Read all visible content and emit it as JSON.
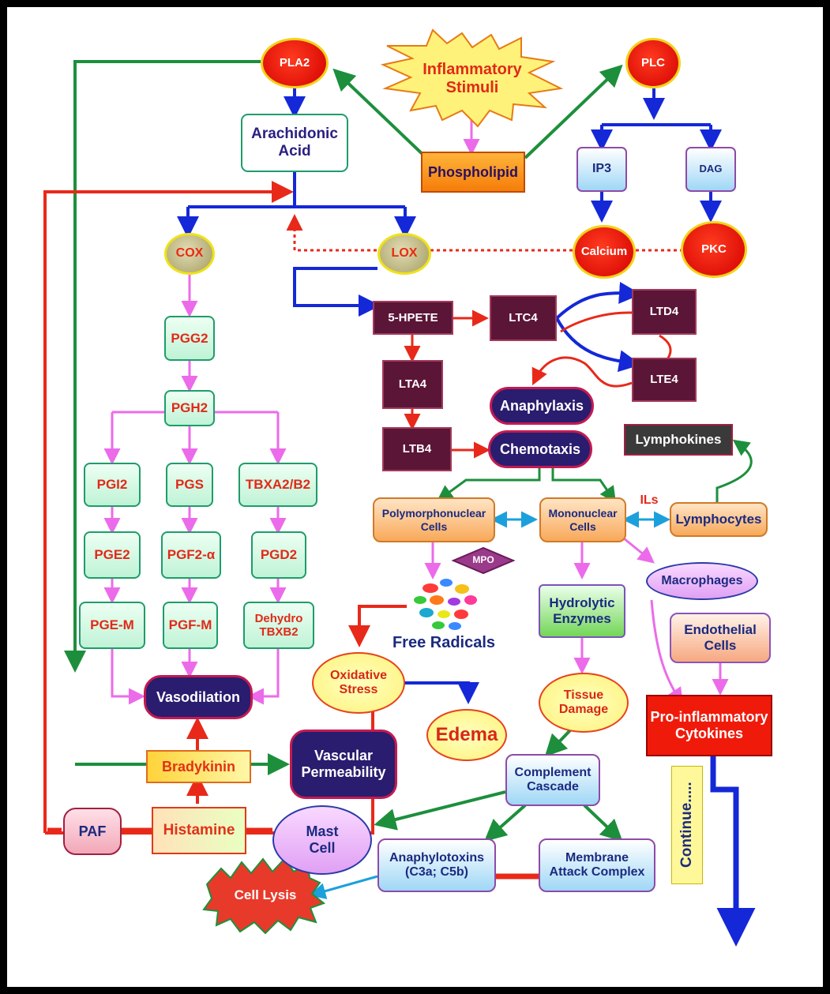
{
  "nodes": {
    "pla2": "PLA2",
    "inflammatory_stimuli": "Inflammatory\nStimuli",
    "plc": "PLC",
    "arachidonic_acid": "Arachidonic\nAcid",
    "phospholipid": "Phospholipid",
    "ip3": "IP3",
    "dag": "DAG",
    "cox": "COX",
    "lox": "LOX",
    "calcium": "Calcium",
    "pkc": "PKC",
    "hpete": "5-HPETE",
    "ltc4": "LTC4",
    "ltd4": "LTD4",
    "lte4": "LTE4",
    "lta4": "LTA4",
    "ltb4": "LTB4",
    "anaphylaxis": "Anaphylaxis",
    "chemotaxis": "Chemotaxis",
    "lymphokines": "Lymphokines",
    "pgg2": "PGG2",
    "pgh2": "PGH2",
    "pgi2": "PGI2",
    "pgs": "PGS",
    "tbxa2": "TBXA2/B2",
    "pge2": "PGE2",
    "pgf2a": "PGF2-α",
    "pgd2": "PGD2",
    "pgem": "PGE-M",
    "pgfm": "PGF-M",
    "dehydro": "Dehydro\nTBXB2",
    "polymorphonuclear": "Polymorphonuclear\nCells",
    "mononuclear": "Mononuclear\nCells",
    "ils": "ILs",
    "lymphocytes": "Lymphocytes",
    "mpo": "MPO",
    "free_radicals": "Free Radicals",
    "hydrolytic_enzymes": "Hydrolytic\nEnzymes",
    "macrophages": "Macrophages",
    "endothelial_cells": "Endothelial\nCells",
    "oxidative_stress": "Oxidative\nStress",
    "edema": "Edema",
    "tissue_damage": "Tissue\nDamage",
    "pro_inflammatory": "Pro-inflammatory\nCytokines",
    "vasodilation": "Vasodilation",
    "bradykinin": "Bradykinin",
    "vascular_permeability": "Vascular\nPermeability",
    "complement_cascade": "Complement\nCascade",
    "continue": "Continue.....",
    "paf": "PAF",
    "histamine": "Histamine",
    "mast_cell": "Mast\nCell",
    "anaphylotoxins": "Anaphylotoxins\n(C3a; C5b)",
    "membrane_attack": "Membrane\nAttack Complex",
    "cell_lysis": "Cell Lysis"
  },
  "colors": {
    "blue_arrow": "#1428d8",
    "green_arrow": "#1d8f3c",
    "red_arrow": "#e8291a",
    "magenta_arrow": "#ec6bea",
    "cyan_arrow": "#1ca0dc"
  }
}
